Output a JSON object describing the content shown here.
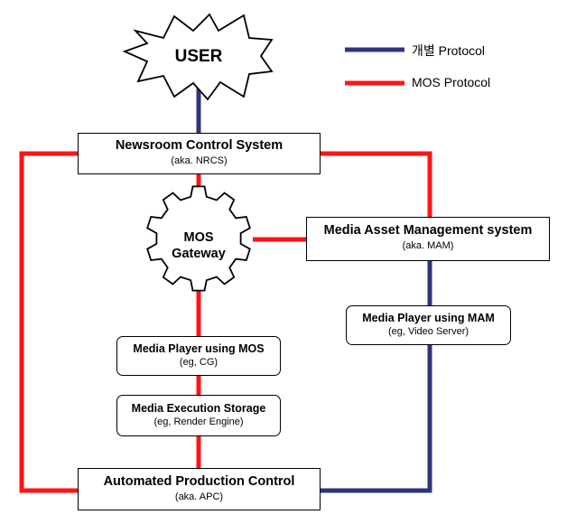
{
  "colors": {
    "individual_protocol": "#2f3578",
    "mos_protocol": "#ff1414"
  },
  "legend": [
    {
      "label": "개별 Protocol",
      "color_key": "individual_protocol"
    },
    {
      "label": "MOS Protocol",
      "color_key": "mos_protocol"
    }
  ],
  "user": {
    "label": "USER"
  },
  "gateway": {
    "line1": "MOS",
    "line2": "Gateway"
  },
  "nrcs": {
    "title": "Newsroom Control System",
    "sub": "(aka. NRCS)"
  },
  "mam": {
    "title": "Media Asset Management system",
    "sub": "(aka. MAM)"
  },
  "player_mam": {
    "title": "Media Player using MAM",
    "sub": "(eg, Video Server)"
  },
  "player_mos": {
    "title": "Media Player using MOS",
    "sub": "(eg, CG)"
  },
  "storage": {
    "title": "Media Execution Storage",
    "sub": "(eg, Render Engine)"
  },
  "apc": {
    "title": "Automated Production Control",
    "sub": "(aka. APC)"
  }
}
